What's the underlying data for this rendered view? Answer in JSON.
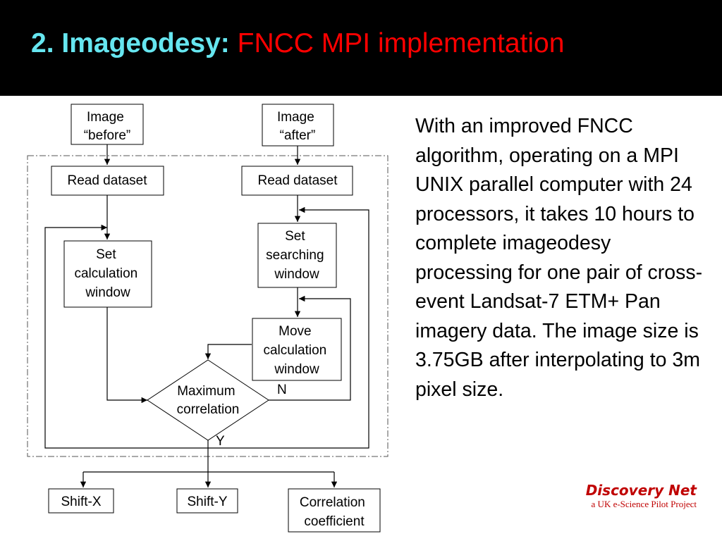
{
  "slide": {
    "title_prefix": "2. Imageodesy:",
    "title_main": "FNCC MPI implementation",
    "body": "With an improved FNCC algorithm, operating on a MPI UNIX parallel computer with 24 processors, it takes 10 hours to complete imageodesy processing for one pair of cross-event Landsat-7 ETM+ Pan imagery data. The image size is 3.75GB after interpolating to 3m pixel size."
  },
  "flowchart": {
    "image_before": [
      "Image",
      "“before”"
    ],
    "image_after": [
      "Image",
      "“after”"
    ],
    "read_dataset_left": "Read dataset",
    "read_dataset_right": "Read dataset",
    "set_calculation_window": [
      "Set",
      "calculation",
      "window"
    ],
    "set_searching_window": [
      "Set",
      "searching",
      "window"
    ],
    "move_calculation_window": [
      "Move",
      "calculation",
      "window"
    ],
    "maximum_correlation": [
      "Maximum",
      "correlation"
    ],
    "label_no": "N",
    "label_yes": "Y",
    "shift_x": "Shift-X",
    "shift_y": "Shift-Y",
    "correlation_coefficient": [
      "Correlation",
      "coefficient"
    ]
  },
  "branding": {
    "name": "Discovery Net",
    "tagline": "a UK e-Science Pilot Project"
  },
  "colors": {
    "background": "#ffffff",
    "title_bar": "#000000",
    "title_prefix": "#66e6f0",
    "title_main": "#ff0000",
    "brand": "#c00000"
  }
}
